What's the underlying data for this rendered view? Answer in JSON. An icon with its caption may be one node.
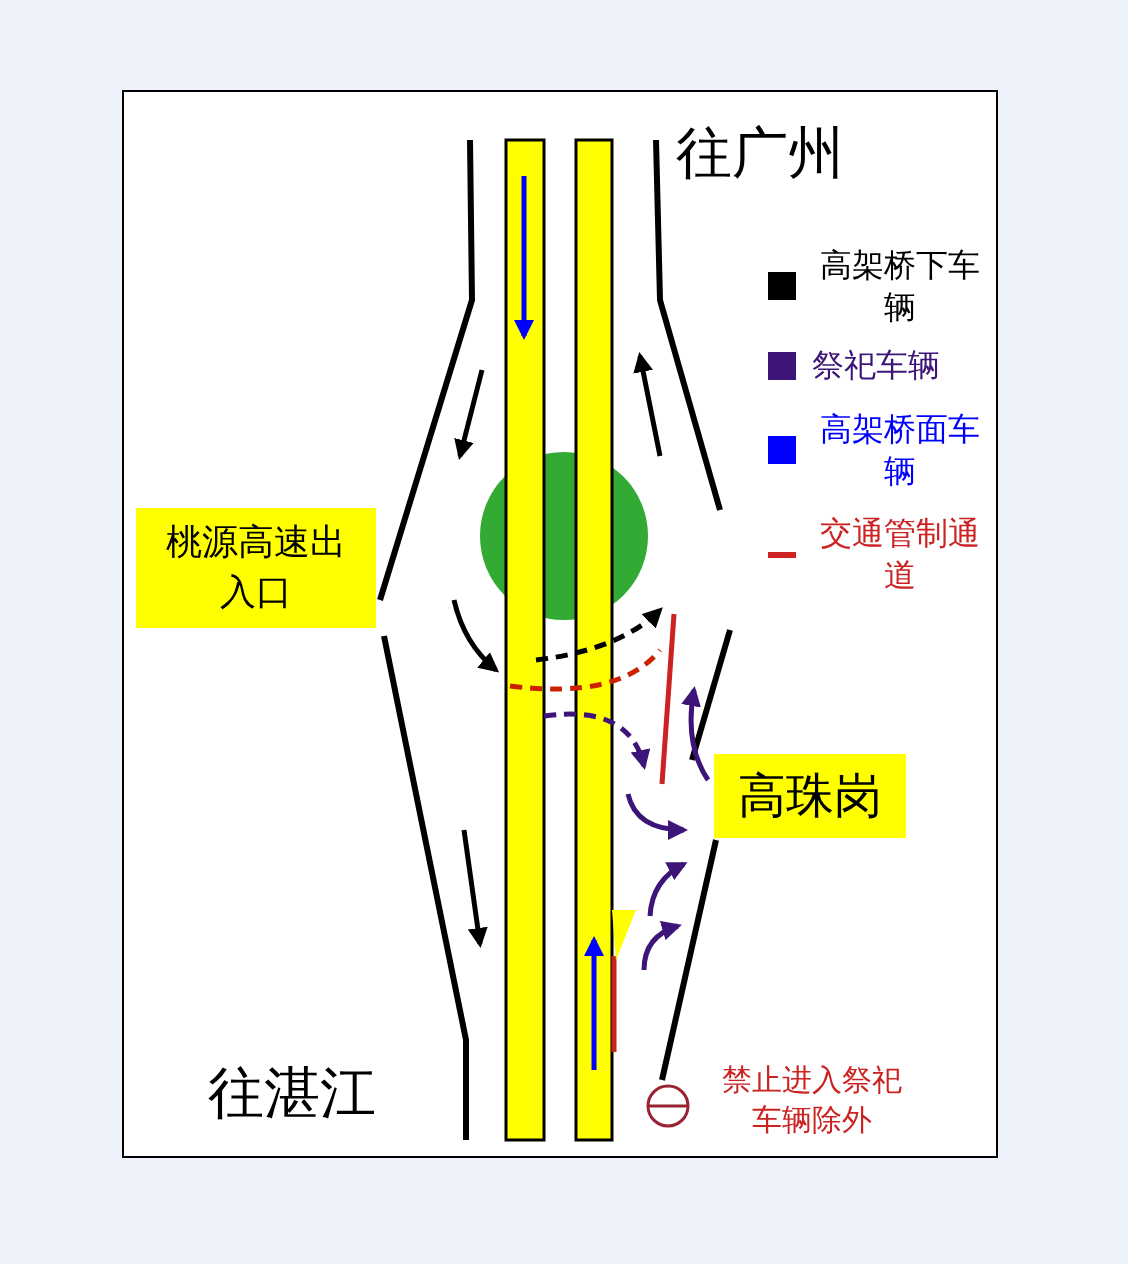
{
  "diagram": {
    "nodes": [
      {
        "text": [
          "桃源高速出入口"
        ]
      },
      {
        "text": [
          "高珠岗"
        ]
      }
    ],
    "edges": [],
    "labels": [
      "往广州",
      "往湛江",
      "禁止进入祭祀车辆除外"
    ],
    "legend": [
      {
        "text": "高架桥下车辆",
        "color": "#000000"
      },
      {
        "text": "祭祀车辆",
        "color": "#3d1578"
      },
      {
        "text": "高架桥面车辆",
        "color": "#0000ff"
      },
      {
        "text": "交通管制通道"
      }
    ]
  }
}
